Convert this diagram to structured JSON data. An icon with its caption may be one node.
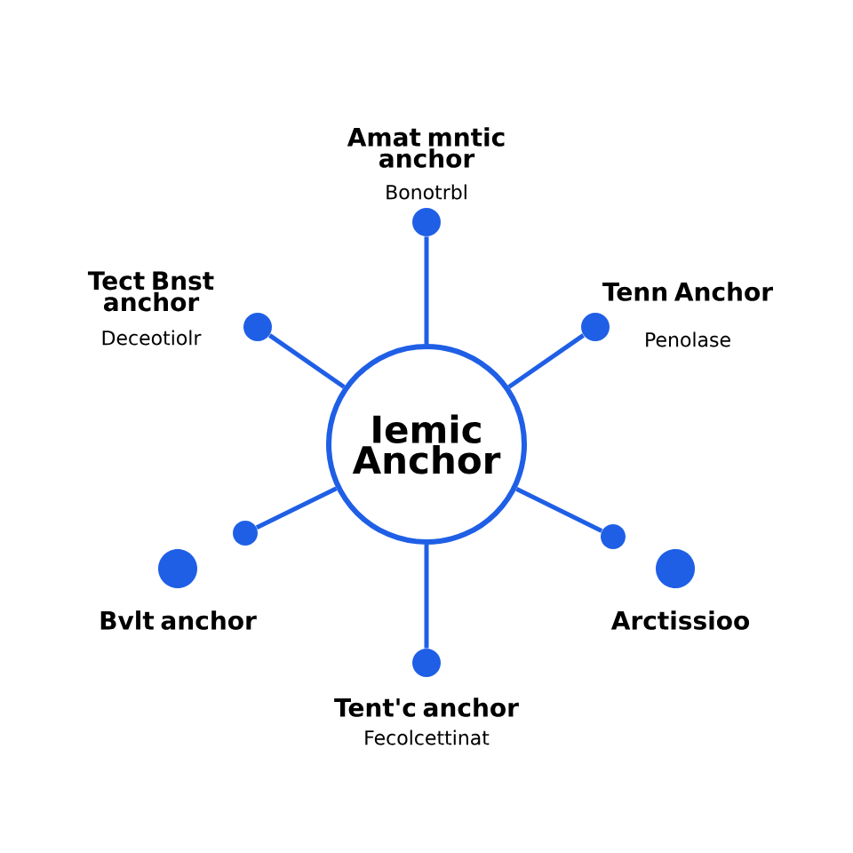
{
  "diagram": {
    "nodes": [
      {
        "text": [
          "Iemic Anchor"
        ]
      },
      {
        "text": [],
        "shape": "circle",
        "beside": [
          "Amat mntic anchor",
          "Bonotrbl"
        ]
      },
      {
        "text": [],
        "shape": "circle",
        "beside": [
          "Tect Bnst anchor",
          "Deceotiolr"
        ]
      },
      {
        "text": [],
        "shape": "circle",
        "beside": [
          "Tenn Anchor",
          "Penolase"
        ]
      },
      {
        "text": [],
        "shape": "circle"
      },
      {
        "text": [],
        "shape": "circle"
      },
      {
        "text": [],
        "shape": "circle",
        "beside": [
          "Bvlt anchor"
        ]
      },
      {
        "text": [],
        "shape": "circle",
        "beside": [
          "Arctissioo"
        ]
      },
      {
        "text": [],
        "shape": "circle",
        "beside": [
          "Tent'c anchor",
          "Fecolcettinat"
        ]
      }
    ],
    "edges": [
      {
        "from": 0,
        "to": 1,
        "arrow": "none"
      },
      {
        "from": 0,
        "to": 2,
        "arrow": "none"
      },
      {
        "from": 0,
        "to": 3,
        "arrow": "none"
      },
      {
        "from": 0,
        "to": 4,
        "arrow": "none"
      },
      {
        "from": 0,
        "to": 5,
        "arrow": "none"
      },
      {
        "from": 0,
        "to": 8,
        "arrow": "none"
      }
    ]
  }
}
